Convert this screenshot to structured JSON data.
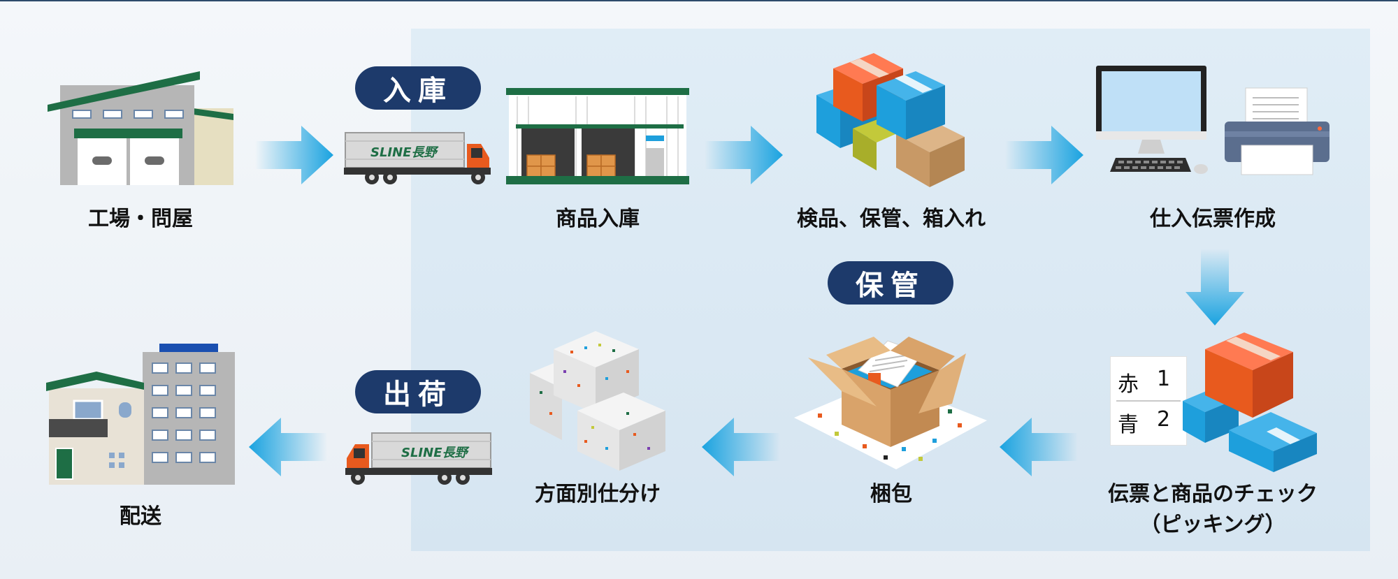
{
  "badges": {
    "inbound": "入庫",
    "storage": "保管",
    "outbound": "出荷"
  },
  "steps": {
    "factory": "工場・問屋",
    "receiving": "商品入庫",
    "inspection": "検品、保管、箱入れ",
    "slip": "仕入伝票作成",
    "check_line1": "伝票と商品のチェック",
    "check_line2": "（ピッキング）",
    "packing": "梱包",
    "sorting": "方面別仕分け",
    "delivery": "配送"
  },
  "truck_logo": "SLINE長野",
  "slip_card": {
    "row1_color": "赤",
    "row1_qty": "1",
    "row2_color": "青",
    "row2_qty": "2"
  },
  "colors": {
    "navy": "#1d3a6b",
    "arrow": "#1aa3e0",
    "green": "#1e6e45",
    "orange": "#e85a1e",
    "blue_box": "#1e9fdc"
  }
}
